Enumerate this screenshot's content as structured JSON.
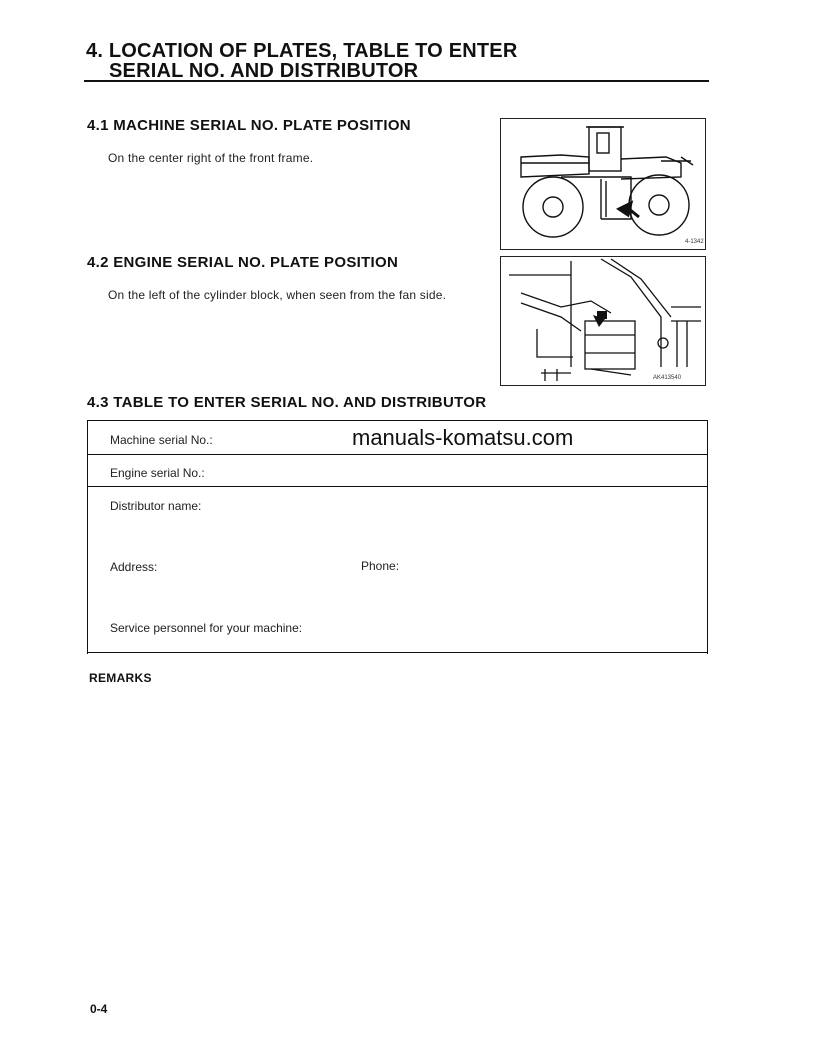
{
  "heading": {
    "line1": "4. LOCATION OF PLATES, TABLE TO ENTER",
    "line2": "SERIAL NO. AND DISTRIBUTOR"
  },
  "section_41": {
    "title": "4.1  MACHINE SERIAL NO. PLATE POSITION",
    "text": "On the center right of the front frame.",
    "fig_code": "4-1342"
  },
  "section_42": {
    "title": "4.2  ENGINE SERIAL NO. PLATE POSITION",
    "text": "On the left of the cylinder block, when seen from the fan side.",
    "fig_code": "AK413540"
  },
  "section_43": {
    "title": "4.3  TABLE TO ENTER SERIAL NO. AND DISTRIBUTOR"
  },
  "watermark": "manuals-komatsu.com",
  "form": {
    "machine_serial": "Machine serial No.:",
    "engine_serial": "Engine serial No.:",
    "distributor_name": "Distributor name:",
    "address": "Address:",
    "phone": "Phone:",
    "service_personnel": "Service personnel for your machine:"
  },
  "remarks": "REMARKS",
  "page_number": "0-4"
}
